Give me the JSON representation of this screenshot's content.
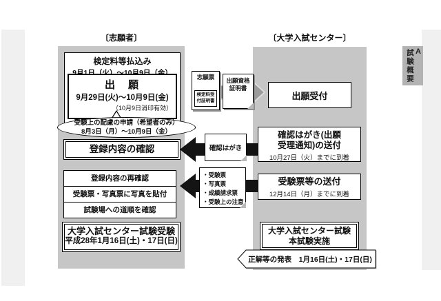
{
  "colors": {
    "column_gray": "#c6c6c6",
    "side_tab_gray": "#b3b3b3",
    "page_margin_gray": "#f0f0f0",
    "arrow_black": "#141414",
    "arrow_gray": "#9b9b9b"
  },
  "side_tab": {
    "vertical_label": "試験概要",
    "section": "A"
  },
  "headers": {
    "left": "〔志願者〕",
    "right": "〔大学入試センター〕"
  },
  "applicant": {
    "payment": {
      "title": "検定料等払込み",
      "period": "9月1日（火）～10月9日（金）"
    },
    "application": {
      "title": "出　願",
      "period": "9月29日(火)～10月9日(金)",
      "note": "（10月9日消印有効）"
    },
    "consideration": {
      "line1": "受験上の配慮の申請（希望者のみ）",
      "line2": "8月3日（月）～10月9日（金）"
    },
    "confirm_title": "登録内容の確認",
    "checklist": [
      "登録内容の再確認",
      "受験票・写真票に写真を貼付",
      "試験場への道順を確認"
    ],
    "exam": {
      "title": "大学入試センター試験受験",
      "date": "平成28年1月16日(土)・17日(日)"
    }
  },
  "center": {
    "reception": "出願受付",
    "postcard": {
      "line1": "確認はがき(出願",
      "line2": "受理通知)の送付",
      "deadline": "10月27日（火）までに到着"
    },
    "tickets": {
      "title": "受験票等の送付",
      "deadline": "12月14日（月）までに到着"
    },
    "exam": {
      "line1": "大学入試センター試験",
      "line2": "本試験実施"
    },
    "answers_banner": "正解等の発表　1月16日(土)・17日(日)"
  },
  "documents": {
    "application_form": "志願票",
    "payment_receipt": [
      "検定料受",
      "付証明書"
    ],
    "qualification": [
      "出願資格",
      "証明書"
    ],
    "postcard": "確認はがき",
    "mailing_list": [
      "・受験票",
      "・写真票",
      "・成績請求票",
      "・受験上の注意"
    ]
  }
}
